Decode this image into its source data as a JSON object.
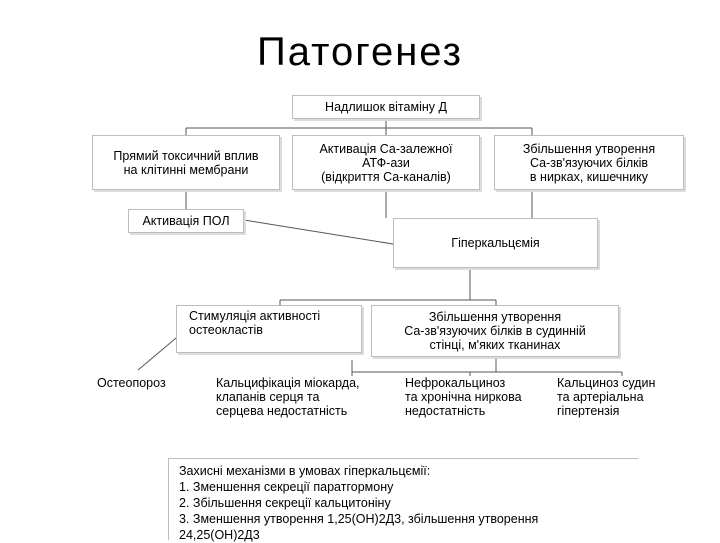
{
  "title": "Патогенез",
  "nodes": {
    "excess": "Надлишок вітаміну Д",
    "toxic": "Прямий токсичний вплив\nна клітинні мембрани",
    "atpase": "Активація Са-залежної\nАТФ-ази\n(відкриття Са-каналів)",
    "ca_proteins": "Збільшення утворення\nСа-зв'язуючих білків\nв нирках, кишечнику",
    "pol": "Активація ПОЛ",
    "hypercalcemia": "Гіперкальцємія",
    "osteoclasts": "Стимуляція активності\n остеокластів",
    "vessel_proteins": "Збільшення утворення\nСа-зв'язуючих білків в судинній\nстінці, м'яких тканинах",
    "osteoporosis": "Остеопороз",
    "cardio": "Кальцифікація міокарда,\nклапанів серця та\nсерцева недостатність",
    "nephro": "Нефрокальциноз\nта хронічна ниркова\nнедостатність",
    "vessels": "Кальциноз судин\nта артеріальна\nгіпертензія"
  },
  "defense": {
    "heading": "Захисні механізми в умовах гіперкальцємії:",
    "items": [
      "1. Зменшення секреції паратгормону",
      "2. Збільшення секреції кальцитоніну",
      "3. Зменшення утворення 1,25(OH)2Д3, збільшення утворення\n24,25(OH)2Д3"
    ]
  }
}
